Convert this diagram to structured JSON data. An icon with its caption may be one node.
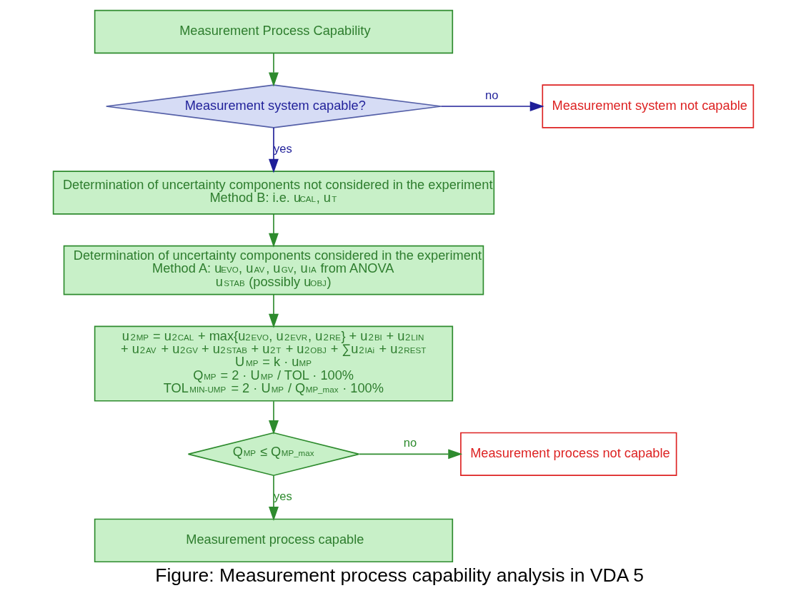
{
  "diagram": {
    "caption": "Figure: Measurement process capability analysis in VDA 5",
    "nodes": [
      {
        "text": [
          "Measurement Process Capability"
        ]
      },
      {
        "text": [
          "Measurement system capable?"
        ]
      },
      {
        "text": [
          "Measurement system not capable"
        ]
      },
      {
        "text": [
          "Determination of uncertainty components not considered in the experiment",
          "Method B: i.e. u$_{CAL}$, u$_{T}$"
        ]
      },
      {
        "text": [
          "Determination of uncertainty components considered in the experiment",
          "Method A: u$_{EVO}$, u$_{AV}$, u$_{GV}$, u$_{IA}$ from ANOVA",
          "u$_{STAB}$ (possibly u$_{OBJ}$)"
        ]
      },
      {
        "text": [
          "u$^{2}$$_{MP}$ = u$^{2}$$_{CAL}$ + max{u$^{2}$$_{EVO}$, u$^{2}$$_{EVR}$, u$^{2}$$_{RE}$} + u$^{2}$$_{BI}$ + u$^{2}$$_{LIN}$",
          "+ u$^{2}$$_{AV}$ + u$^{2}$$_{GV}$ + u$^{2}$$_{STAB}$ + u$^{2}$$_{T}$ + u$^{2}$$_{OBJ}$ + ∑u$^{2}$$_{IAi}$ + u$^{2}$$_{REST}$",
          "U$_{MP}$ = k · u$_{MP}$",
          "Q$_{MP}$ = 2 · U$_{MP}$ / TOL · 100%",
          "TOL$_{MIN-UMP}$ = 2 · U$_{MP}$ / Q$_{MP_max}$ · 100%"
        ]
      },
      {
        "text": [
          "Q$_{MP}$ ≤ Q$_{MP_max}$"
        ]
      },
      {
        "text": [
          "Measurement process not capable"
        ]
      },
      {
        "text": [
          "Measurement process capable"
        ]
      }
    ],
    "edges": [
      {
        "from": 0,
        "to": 1,
        "arrow": "to"
      },
      {
        "from": 1,
        "to": 2,
        "arrow": "to",
        "label": "no",
        "color": "#1f1f99"
      },
      {
        "from": 1,
        "to": 3,
        "arrow": "to",
        "label": "yes",
        "color": "#1f1f99"
      },
      {
        "from": 3,
        "to": 4,
        "arrow": "to"
      },
      {
        "from": 4,
        "to": 5,
        "arrow": "to"
      },
      {
        "from": 5,
        "to": 6,
        "arrow": "to"
      },
      {
        "from": 6,
        "to": 7,
        "arrow": "to",
        "label": "no"
      },
      {
        "from": 6,
        "to": 8,
        "arrow": "to",
        "label": "yes"
      }
    ]
  }
}
